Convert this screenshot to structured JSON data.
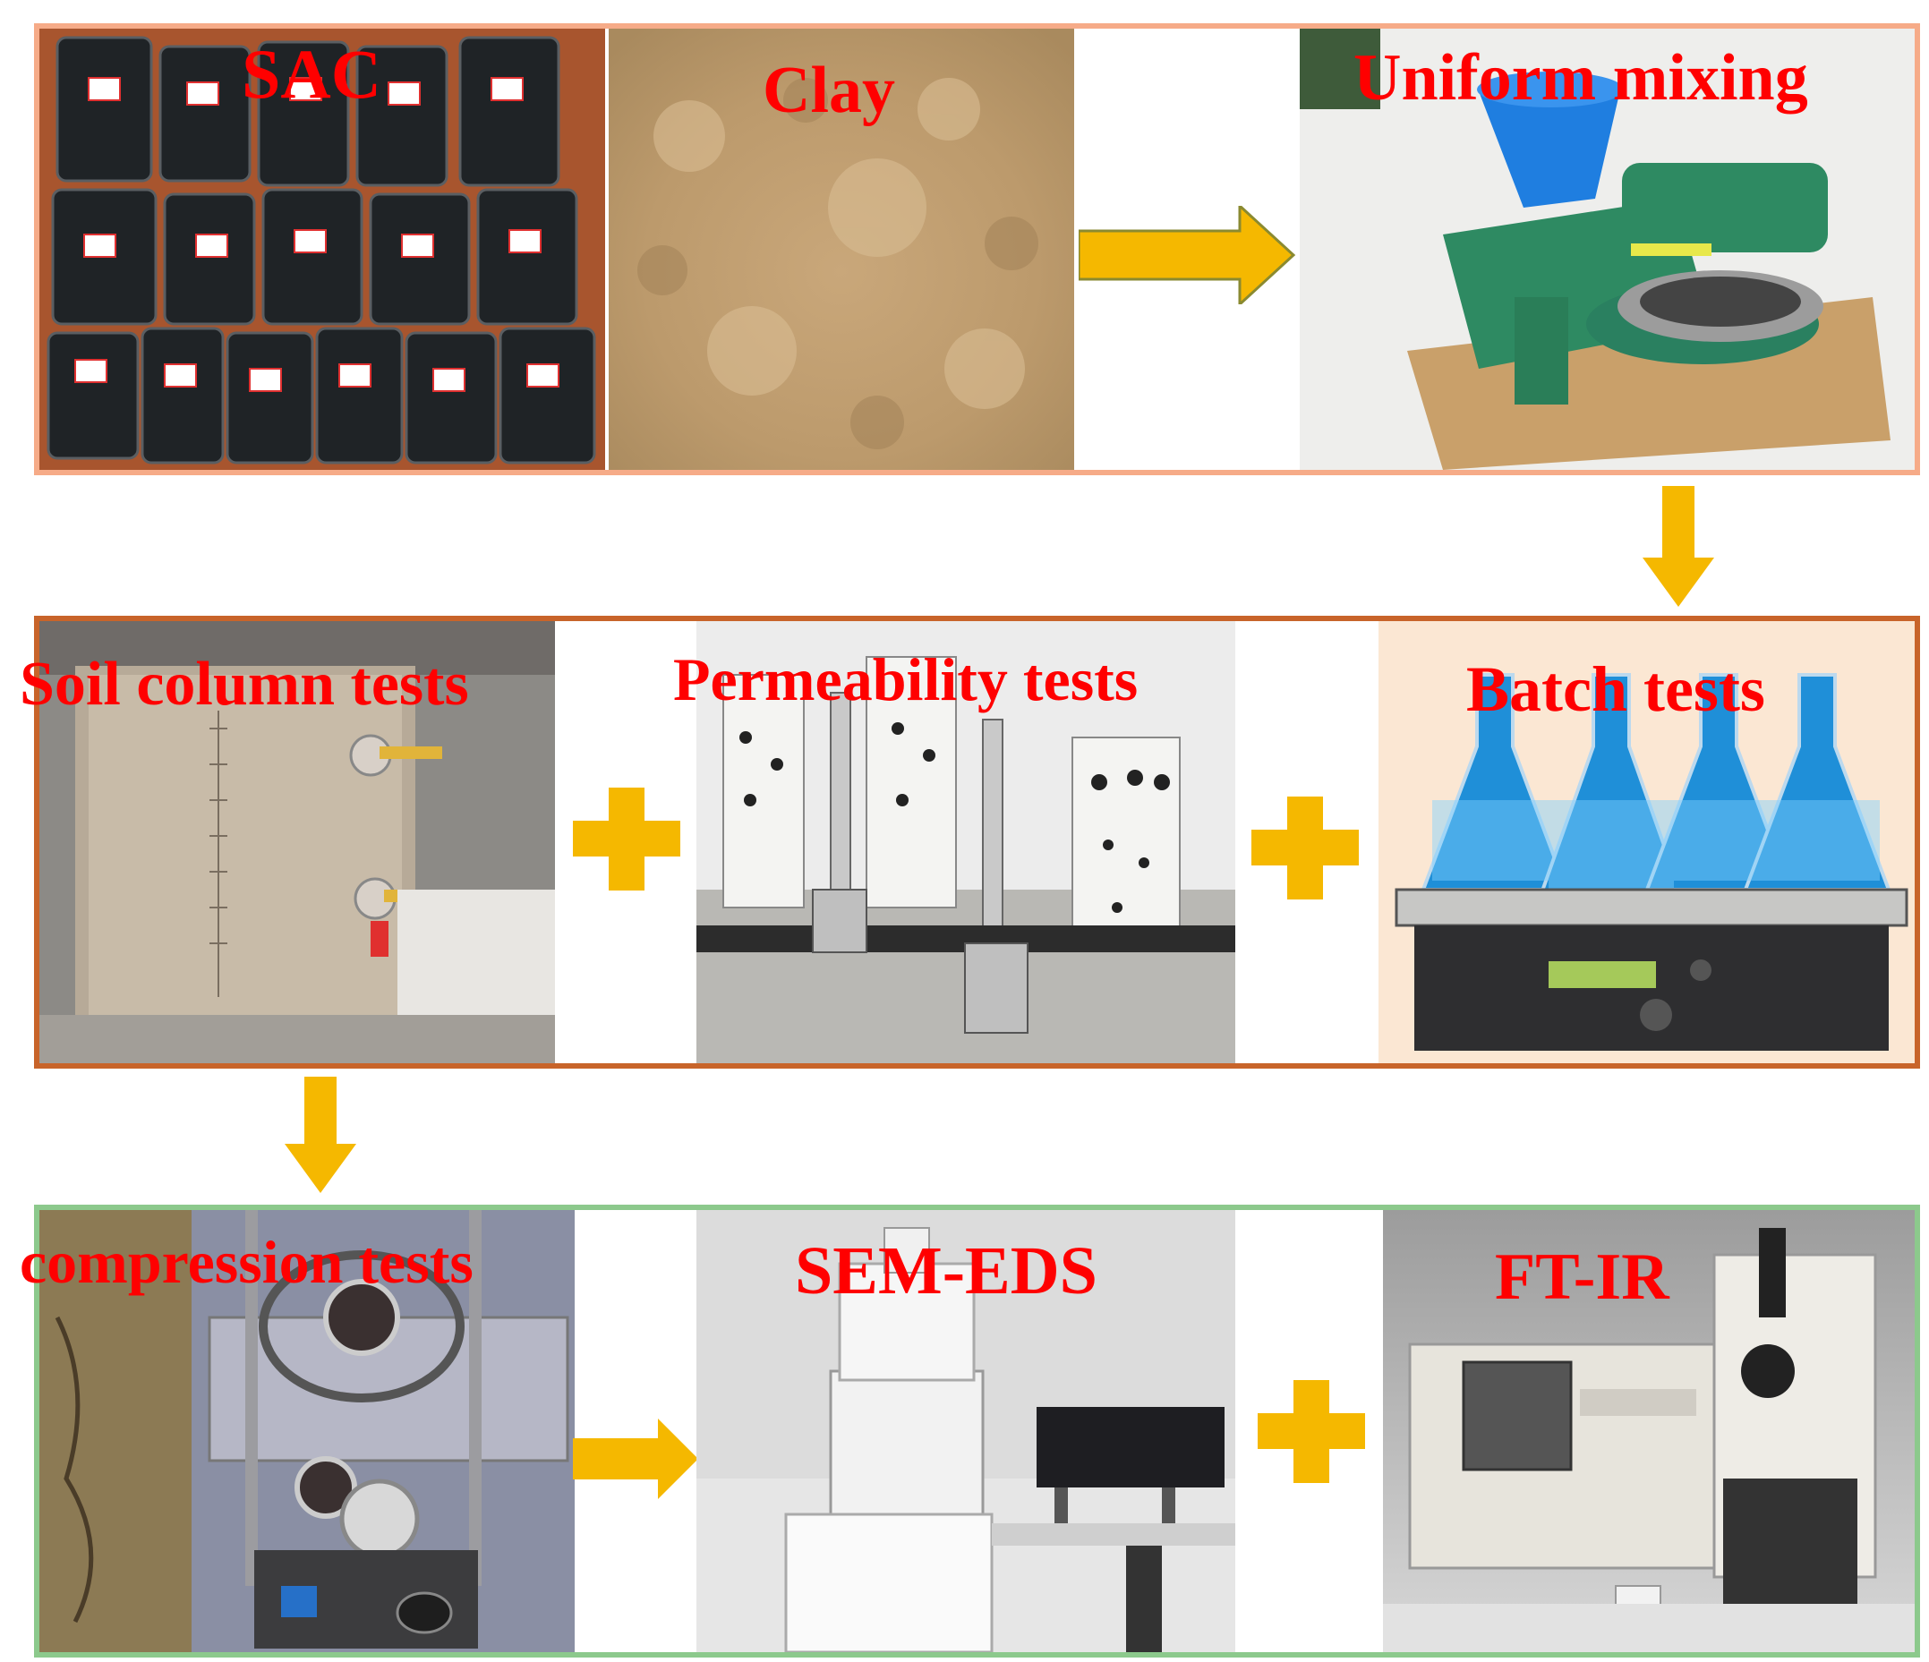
{
  "row1": {
    "frame_color": "#f4a582",
    "labels": {
      "sac": "SAC",
      "clay": "Clay",
      "mixing": "Uniform mixing"
    }
  },
  "row2": {
    "frame_color": "#c8642a",
    "labels": {
      "soil_column": "Soil column tests",
      "permeability": "Permeability tests",
      "batch": "Batch tests"
    }
  },
  "row3": {
    "frame_color": "#8cc88c",
    "labels": {
      "compression": "compression tests",
      "sem": "SEM-EDS",
      "ftir": "FT-IR"
    }
  },
  "colors": {
    "arrow": "#f5b800",
    "plus": "#f5b800",
    "label": "#ff0000"
  }
}
